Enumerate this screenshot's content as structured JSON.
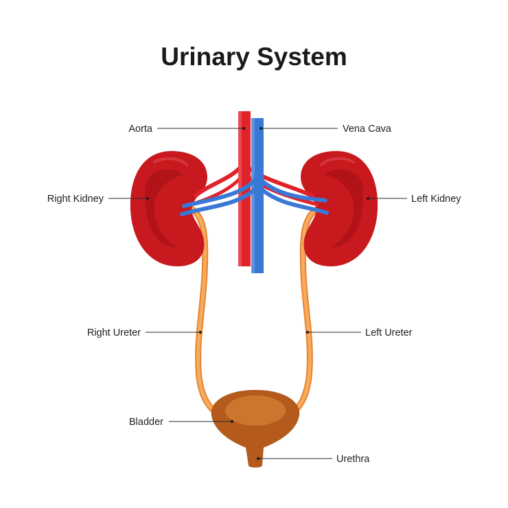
{
  "title": "Urinary System",
  "labels": {
    "aorta": "Aorta",
    "vena_cava": "Vena Cava",
    "right_kidney": "Right Kidney",
    "left_kidney": "Left Kidney",
    "right_ureter": "Right Ureter",
    "left_ureter": "Left Ureter",
    "bladder": "Bladder",
    "urethra": "Urethra"
  },
  "colors": {
    "kidney": "#c8191e",
    "kidney_dark": "#9e0f14",
    "aorta": "#e0222a",
    "vena_cava": "#3a78d6",
    "ureter": "#f5a04a",
    "bladder": "#b9621f"
  }
}
